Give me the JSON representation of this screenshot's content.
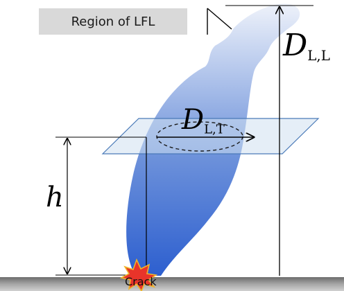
{
  "legend_label": "Region of LFL",
  "labels": {
    "height": "h",
    "longitudinal_main": "D",
    "longitudinal_sub": "L,L",
    "transverse_main": "D",
    "transverse_sub": "L,T",
    "source": "Crack"
  },
  "colors": {
    "plume_dark": "#2d5fcf",
    "plume_light": "#e8eef9",
    "plane_fill": "#cfe0f1",
    "plane_stroke": "#4a7ab8",
    "ground": "#8c8c8c",
    "legend_bg": "#d9d9d9"
  }
}
